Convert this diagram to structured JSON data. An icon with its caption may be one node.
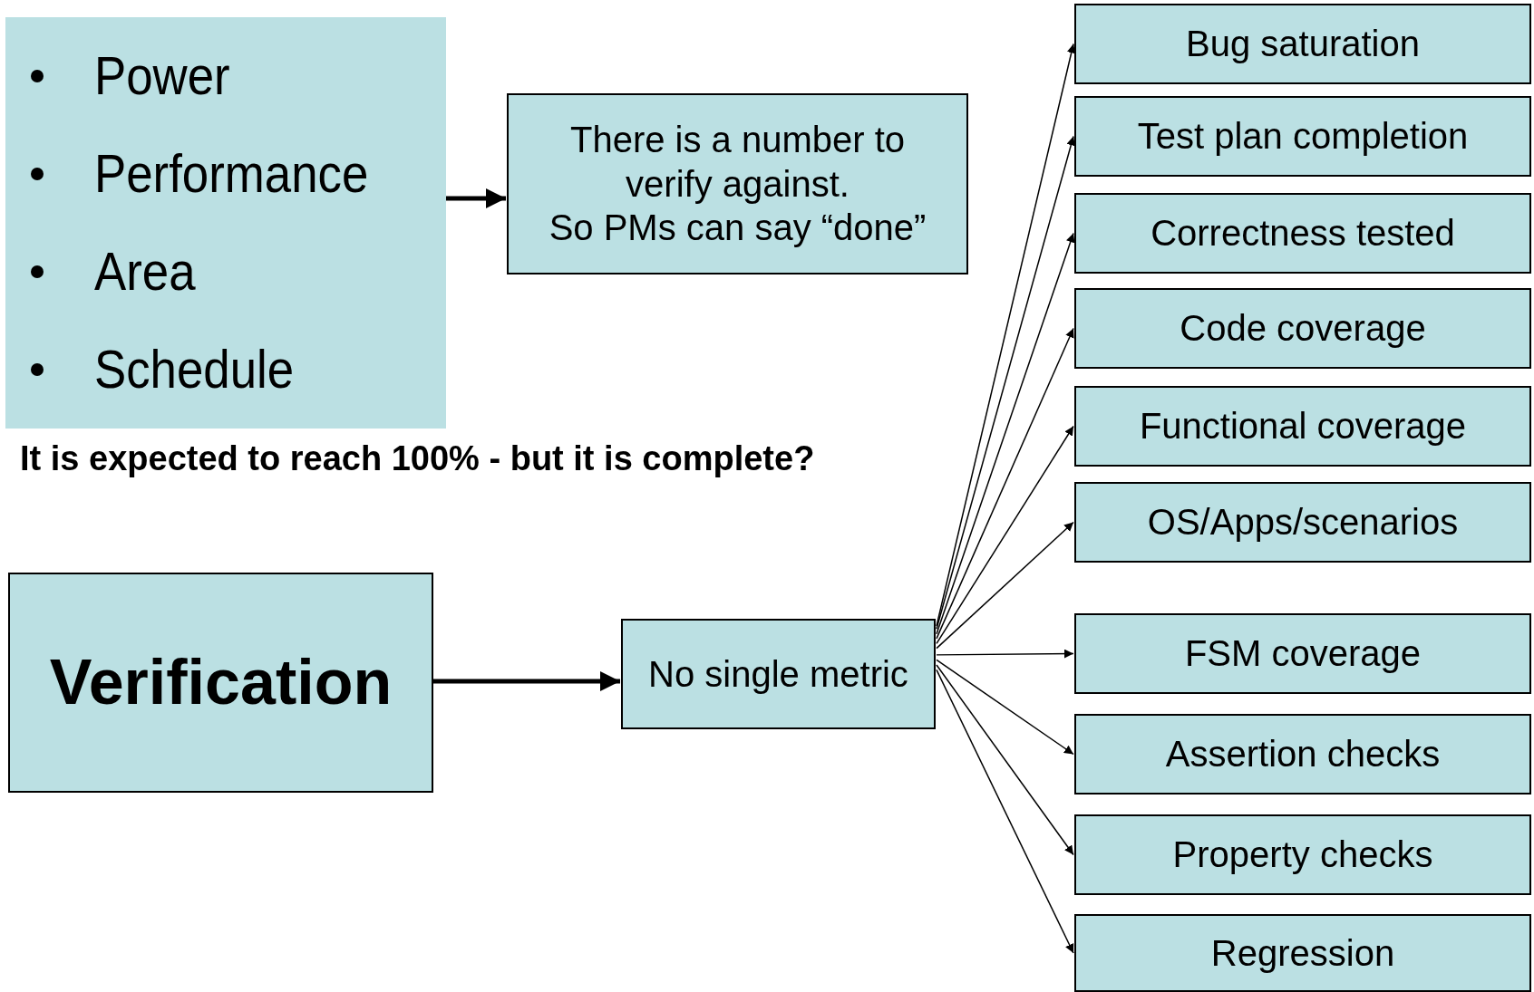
{
  "diagram": {
    "nodes": [
      {
        "text": [
          "Power",
          "Performance",
          "Area",
          "Schedule"
        ]
      },
      {
        "text": [
          "There is a number to verify against.",
          "So PMs can say “done”"
        ]
      },
      {
        "text": [
          "Verification"
        ]
      },
      {
        "text": [
          "No single metric"
        ]
      },
      {
        "text": [
          "Bug saturation"
        ]
      },
      {
        "text": [
          "Test plan completion"
        ]
      },
      {
        "text": [
          "Correctness tested"
        ]
      },
      {
        "text": [
          "Code coverage"
        ]
      },
      {
        "text": [
          "Functional coverage"
        ]
      },
      {
        "text": [
          "OS/Apps/scenarios"
        ]
      },
      {
        "text": [
          "FSM coverage"
        ]
      },
      {
        "text": [
          "Assertion checks"
        ]
      },
      {
        "text": [
          "Property checks"
        ]
      },
      {
        "text": [
          "Regression"
        ]
      }
    ],
    "edges": [
      {
        "from": 0,
        "to": 1,
        "arrow": "to",
        "style": "thick"
      },
      {
        "from": 2,
        "to": 3,
        "arrow": "to",
        "style": "thick"
      },
      {
        "from": 3,
        "to": 4,
        "arrow": "to"
      },
      {
        "from": 3,
        "to": 5,
        "arrow": "to"
      },
      {
        "from": 3,
        "to": 6,
        "arrow": "to"
      },
      {
        "from": 3,
        "to": 7,
        "arrow": "to"
      },
      {
        "from": 3,
        "to": 8,
        "arrow": "to"
      },
      {
        "from": 3,
        "to": 9,
        "arrow": "to"
      },
      {
        "from": 3,
        "to": 10,
        "arrow": "to"
      },
      {
        "from": 3,
        "to": 11,
        "arrow": "to"
      },
      {
        "from": 3,
        "to": 12,
        "arrow": "to"
      },
      {
        "from": 3,
        "to": 13,
        "arrow": "to"
      }
    ],
    "labels": [
      "It is expected to reach 100% - but it is complete?"
    ]
  }
}
